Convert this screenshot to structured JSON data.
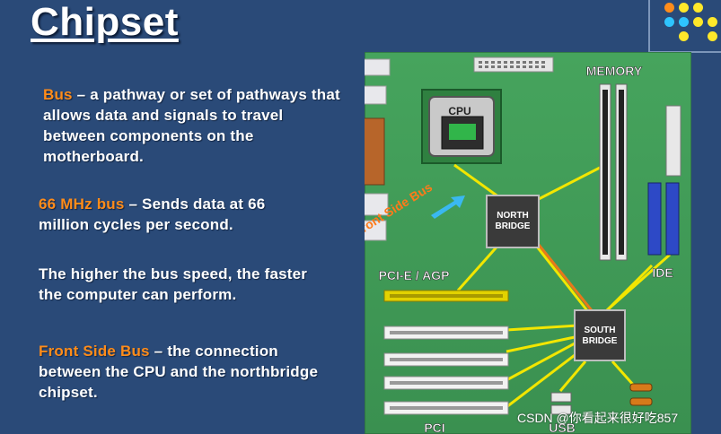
{
  "slide": {
    "title": "Chipset",
    "paragraphs": [
      {
        "term": "Bus",
        "text": " – a pathway or set of pathways that allows data and signals to travel between components on the motherboard."
      },
      {
        "term": "66 MHz bus",
        "text": " – Sends data at 66 million cycles per second."
      },
      {
        "term": "",
        "text": "The higher the bus speed, the faster the computer can perform."
      },
      {
        "term": "Front Side Bus",
        "text": " – the connection between the CPU and the northbridge chipset."
      }
    ]
  },
  "diagram": {
    "labels": {
      "memory": "MEMORY",
      "cpu": "CPU",
      "north_line1": "NORTH",
      "north_line2": "BRIDGE",
      "south_line1": "SOUTH",
      "south_line2": "BRIDGE",
      "fsb": "Front Side Bus",
      "pcie": "PCI-E / AGP",
      "ide": "IDE",
      "pci": "PCI",
      "usb": "USB"
    }
  },
  "watermark": "CSDN @你看起来很好吃857",
  "colors": {
    "background": "#2a4a78",
    "highlight": "#ff8c1a",
    "board": "#3e9a55",
    "bus_line": "#f2e600"
  }
}
